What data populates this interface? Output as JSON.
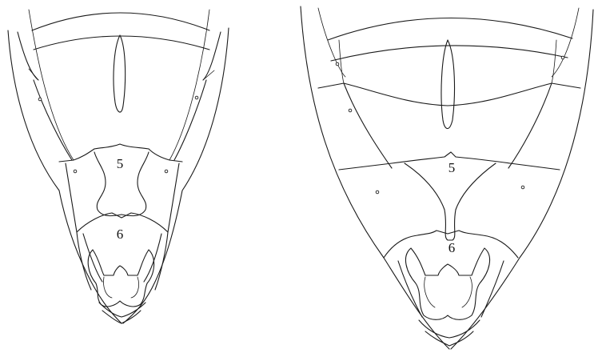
{
  "figures": [
    {
      "segment_labels": [
        "5",
        "6"
      ]
    },
    {
      "segment_labels": [
        "5",
        "6"
      ]
    }
  ]
}
